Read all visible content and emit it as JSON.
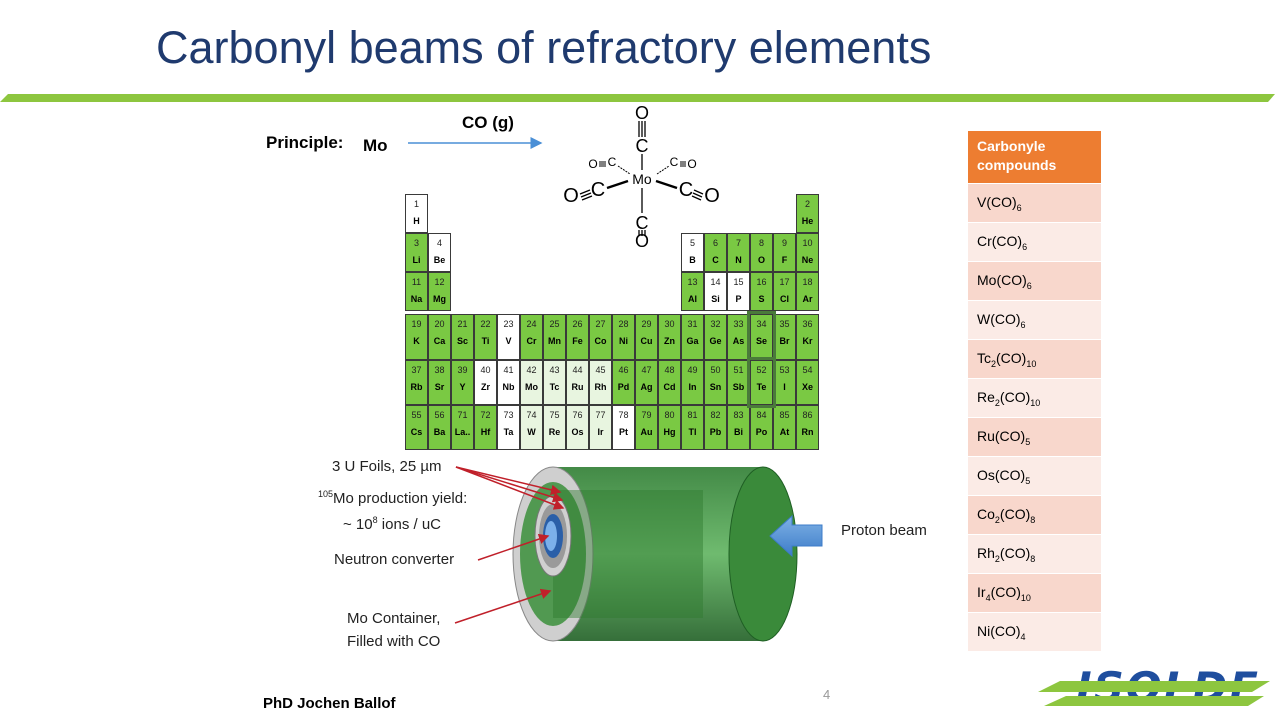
{
  "title": "Carbonyl beams of refractory elements",
  "principle": {
    "label": "Principle:",
    "element": "Mo",
    "reagent": "CO (g)"
  },
  "molecule": {
    "center": "Mo",
    "ligand_atoms": [
      "O",
      "C"
    ]
  },
  "periodic_table": {
    "cells": [
      {
        "n": "1",
        "s": "H",
        "c": "white"
      },
      {
        "n": "2",
        "s": "He",
        "c": "green"
      },
      {
        "n": "3",
        "s": "Li",
        "c": "green"
      },
      {
        "n": "4",
        "s": "Be",
        "c": "white"
      },
      {
        "n": "5",
        "s": "B",
        "c": "white"
      },
      {
        "n": "6",
        "s": "C",
        "c": "green"
      },
      {
        "n": "7",
        "s": "N",
        "c": "green"
      },
      {
        "n": "8",
        "s": "O",
        "c": "green"
      },
      {
        "n": "9",
        "s": "F",
        "c": "green"
      },
      {
        "n": "10",
        "s": "Ne",
        "c": "green"
      },
      {
        "n": "11",
        "s": "Na",
        "c": "green"
      },
      {
        "n": "12",
        "s": "Mg",
        "c": "green"
      },
      {
        "n": "13",
        "s": "Al",
        "c": "green"
      },
      {
        "n": "14",
        "s": "Si",
        "c": "white"
      },
      {
        "n": "15",
        "s": "P",
        "c": "white"
      },
      {
        "n": "16",
        "s": "S",
        "c": "green"
      },
      {
        "n": "17",
        "s": "Cl",
        "c": "green"
      },
      {
        "n": "18",
        "s": "Ar",
        "c": "green"
      },
      {
        "n": "19",
        "s": "K",
        "c": "green"
      },
      {
        "n": "20",
        "s": "Ca",
        "c": "green"
      },
      {
        "n": "21",
        "s": "Sc",
        "c": "green"
      },
      {
        "n": "22",
        "s": "Ti",
        "c": "green"
      },
      {
        "n": "23",
        "s": "V",
        "c": "white"
      },
      {
        "n": "24",
        "s": "Cr",
        "c": "green"
      },
      {
        "n": "25",
        "s": "Mn",
        "c": "green"
      },
      {
        "n": "26",
        "s": "Fe",
        "c": "green"
      },
      {
        "n": "27",
        "s": "Co",
        "c": "green"
      },
      {
        "n": "28",
        "s": "Ni",
        "c": "green"
      },
      {
        "n": "29",
        "s": "Cu",
        "c": "green"
      },
      {
        "n": "30",
        "s": "Zn",
        "c": "green"
      },
      {
        "n": "31",
        "s": "Ga",
        "c": "green"
      },
      {
        "n": "32",
        "s": "Ge",
        "c": "green"
      },
      {
        "n": "33",
        "s": "As",
        "c": "green"
      },
      {
        "n": "34",
        "s": "Se",
        "c": "green",
        "hl": true
      },
      {
        "n": "35",
        "s": "Br",
        "c": "green"
      },
      {
        "n": "36",
        "s": "Kr",
        "c": "green"
      },
      {
        "n": "37",
        "s": "Rb",
        "c": "green"
      },
      {
        "n": "38",
        "s": "Sr",
        "c": "green"
      },
      {
        "n": "39",
        "s": "Y",
        "c": "green"
      },
      {
        "n": "40",
        "s": "Zr",
        "c": "white"
      },
      {
        "n": "41",
        "s": "Nb",
        "c": "white"
      },
      {
        "n": "42",
        "s": "Mo",
        "c": "pale"
      },
      {
        "n": "43",
        "s": "Tc",
        "c": "pale"
      },
      {
        "n": "44",
        "s": "Ru",
        "c": "pale"
      },
      {
        "n": "45",
        "s": "Rh",
        "c": "pale"
      },
      {
        "n": "46",
        "s": "Pd",
        "c": "green"
      },
      {
        "n": "47",
        "s": "Ag",
        "c": "green"
      },
      {
        "n": "48",
        "s": "Cd",
        "c": "green"
      },
      {
        "n": "49",
        "s": "In",
        "c": "green"
      },
      {
        "n": "50",
        "s": "Sn",
        "c": "green"
      },
      {
        "n": "51",
        "s": "Sb",
        "c": "green"
      },
      {
        "n": "52",
        "s": "Te",
        "c": "green",
        "hl": true
      },
      {
        "n": "53",
        "s": "I",
        "c": "green"
      },
      {
        "n": "54",
        "s": "Xe",
        "c": "green"
      },
      {
        "n": "55",
        "s": "Cs",
        "c": "green"
      },
      {
        "n": "56",
        "s": "Ba",
        "c": "green"
      },
      {
        "n": "71",
        "s": "La..",
        "c": "green"
      },
      {
        "n": "72",
        "s": "Hf",
        "c": "green"
      },
      {
        "n": "73",
        "s": "Ta",
        "c": "white"
      },
      {
        "n": "74",
        "s": "W",
        "c": "pale"
      },
      {
        "n": "75",
        "s": "Re",
        "c": "pale"
      },
      {
        "n": "76",
        "s": "Os",
        "c": "pale"
      },
      {
        "n": "77",
        "s": "Ir",
        "c": "pale"
      },
      {
        "n": "78",
        "s": "Pt",
        "c": "white"
      },
      {
        "n": "79",
        "s": "Au",
        "c": "green"
      },
      {
        "n": "80",
        "s": "Hg",
        "c": "green"
      },
      {
        "n": "81",
        "s": "Tl",
        "c": "green"
      },
      {
        "n": "82",
        "s": "Pb",
        "c": "green"
      },
      {
        "n": "83",
        "s": "Bi",
        "c": "green"
      },
      {
        "n": "84",
        "s": "Po",
        "c": "green"
      },
      {
        "n": "85",
        "s": "At",
        "c": "green"
      },
      {
        "n": "86",
        "s": "Rn",
        "c": "green"
      }
    ]
  },
  "carbonyl_table": {
    "header": "Carbonyle compounds",
    "rows": [
      [
        [
          "V(CO)",
          ""
        ],
        [
          "6",
          "sub"
        ]
      ],
      [
        [
          "Cr(CO)",
          ""
        ],
        [
          "6",
          "sub"
        ]
      ],
      [
        [
          "Mo(CO)",
          ""
        ],
        [
          "6",
          "sub"
        ]
      ],
      [
        [
          "W(CO)",
          ""
        ],
        [
          "6",
          "sub"
        ]
      ],
      [
        [
          "Tc",
          ""
        ],
        [
          "2",
          "sub"
        ],
        [
          "(CO)",
          ""
        ],
        [
          "10",
          "sub"
        ]
      ],
      [
        [
          "Re",
          ""
        ],
        [
          "2",
          "sub"
        ],
        [
          "(CO)",
          ""
        ],
        [
          "10",
          "sub"
        ]
      ],
      [
        [
          "Ru(CO)",
          ""
        ],
        [
          "5",
          "sub"
        ]
      ],
      [
        [
          "Os(CO)",
          ""
        ],
        [
          "5",
          "sub"
        ]
      ],
      [
        [
          "Co",
          ""
        ],
        [
          "2",
          "sub"
        ],
        [
          "(CO)",
          ""
        ],
        [
          "8",
          "sub"
        ]
      ],
      [
        [
          "Rh",
          ""
        ],
        [
          "2",
          "sub"
        ],
        [
          "(CO)",
          ""
        ],
        [
          "8",
          "sub"
        ]
      ],
      [
        [
          "Ir",
          ""
        ],
        [
          "4",
          "sub"
        ],
        [
          "(CO)",
          ""
        ],
        [
          "10",
          "sub"
        ]
      ],
      [
        [
          "Ni(CO)",
          ""
        ],
        [
          "4",
          "sub"
        ]
      ]
    ]
  },
  "annotations": {
    "foils": "3 U Foils, 25 µm",
    "yield_sup": "105",
    "yield_line1": "Mo production yield:",
    "yield_line2_pre": "~ 10",
    "yield_line2_sup": "8",
    "yield_line2_post": " ions / uC",
    "neutron": "Neutron converter",
    "container_line1": "Mo Container,",
    "container_line2": "Filled with CO",
    "proton": "Proton beam"
  },
  "footer": {
    "author": "PhD Jochen Ballof",
    "page": "4",
    "logo_text": "ISOLDE"
  },
  "colors": {
    "title": "#1f3a6e",
    "rule": "#8dc63f",
    "element_green": "#7ac943",
    "table_header": "#ed7d31",
    "row_odd": "#f8d7cc",
    "row_even": "#fbebe6",
    "cylinder": "#3e9a3e",
    "logo": "#1f4e9e"
  }
}
